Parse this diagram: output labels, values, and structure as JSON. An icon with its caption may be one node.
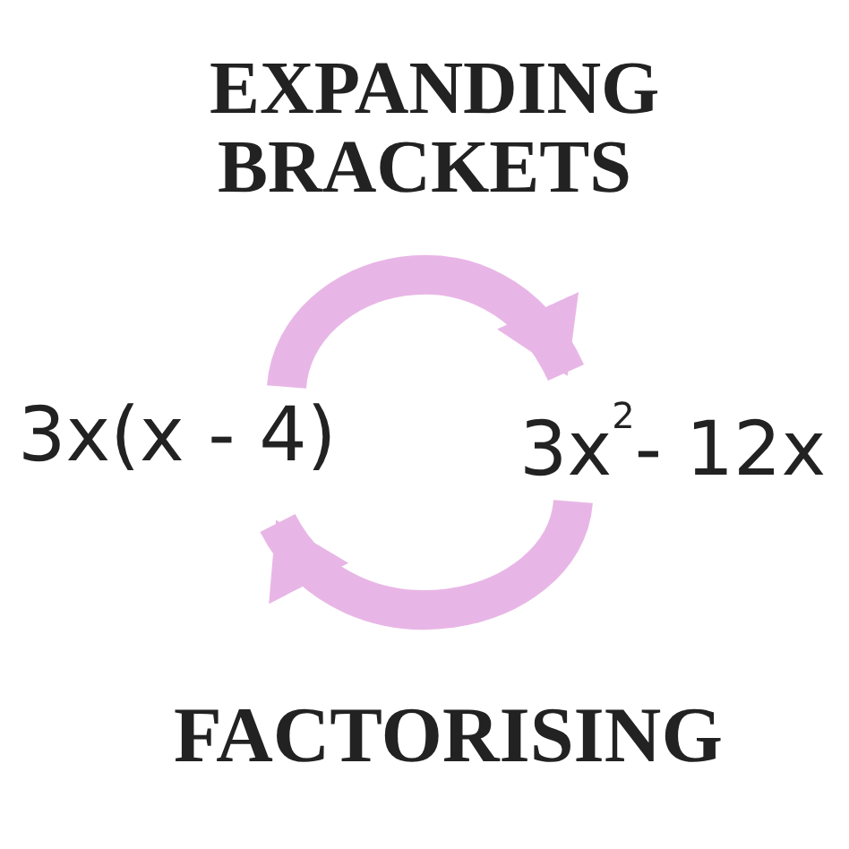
{
  "diagram": {
    "nodes": [
      {
        "text": [
          "3x(x - 4)"
        ]
      },
      {
        "text": [
          "3x$^{2}$- 12x"
        ]
      }
    ],
    "edges": [
      {
        "from": 0,
        "to": 1,
        "arrow": "to",
        "label": "EXPANDING BRACKETS"
      },
      {
        "from": 1,
        "to": 0,
        "arrow": "to",
        "label": "FACTORISING"
      }
    ]
  }
}
